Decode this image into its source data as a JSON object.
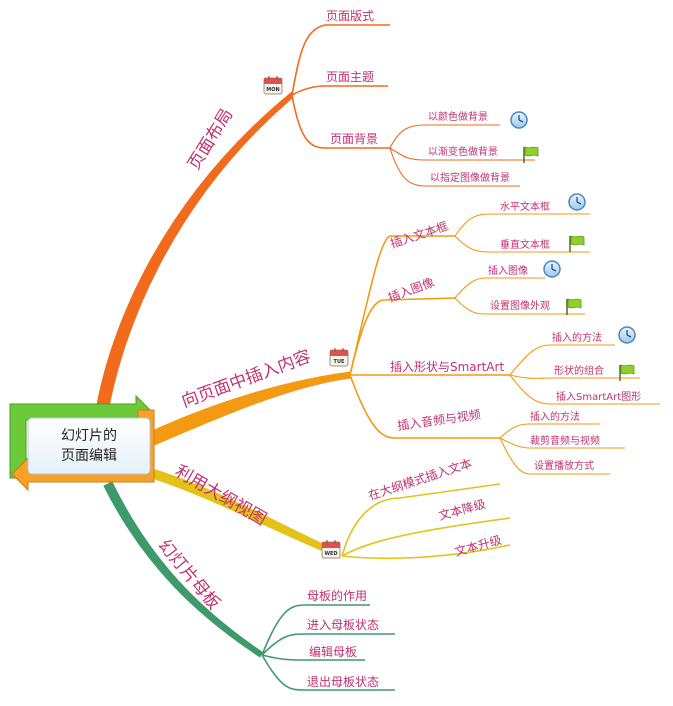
{
  "center": {
    "line1": "幻灯片的",
    "line2": "页面编辑"
  },
  "branches": [
    {
      "label": "页面布局",
      "color": "#f26a1b",
      "tag": "MON",
      "children": [
        {
          "label": "页面版式",
          "children": []
        },
        {
          "label": "页面主题",
          "children": []
        },
        {
          "label": "页面背景",
          "children": [
            {
              "label": "以颜色做背景",
              "icon": "clock"
            },
            {
              "label": "以渐变色做背景",
              "icon": "flag"
            },
            {
              "label": "以指定图像做背景",
              "icon": ""
            }
          ]
        }
      ]
    },
    {
      "label": "向页面中插入内容",
      "color": "#f39a12",
      "tag": "TUE",
      "children": [
        {
          "label": "插入文本框",
          "children": [
            {
              "label": "水平文本框",
              "icon": "clock"
            },
            {
              "label": "垂直文本框",
              "icon": "flag"
            }
          ]
        },
        {
          "label": "插入图像",
          "children": [
            {
              "label": "插入图像",
              "icon": "clock"
            },
            {
              "label": "设置图像外观",
              "icon": "flag"
            }
          ]
        },
        {
          "label": "插入形状与SmartArt",
          "children": [
            {
              "label": "插入的方法",
              "icon": "clock"
            },
            {
              "label": "形状的组合",
              "icon": "flag"
            },
            {
              "label": "插入SmartArt图形",
              "icon": ""
            }
          ]
        },
        {
          "label": "插入音频与视频",
          "children": [
            {
              "label": "插入的方法",
              "icon": ""
            },
            {
              "label": "裁剪音频与视频",
              "icon": ""
            },
            {
              "label": "设置播放方式",
              "icon": ""
            }
          ]
        }
      ]
    },
    {
      "label": "利用大纲视图",
      "color": "#e3c21a",
      "tag": "WED",
      "children": [
        {
          "label": "在大纲模式插入文本",
          "children": []
        },
        {
          "label": "文本降级",
          "children": []
        },
        {
          "label": "文本升级",
          "children": []
        }
      ]
    },
    {
      "label": "幻灯片母板",
      "color": "#3e9a6a",
      "tag": "",
      "children": [
        {
          "label": "母板的作用",
          "children": []
        },
        {
          "label": "进入母板状态",
          "children": []
        },
        {
          "label": "编辑母板",
          "children": []
        },
        {
          "label": "退出母板状态",
          "children": []
        }
      ]
    }
  ]
}
